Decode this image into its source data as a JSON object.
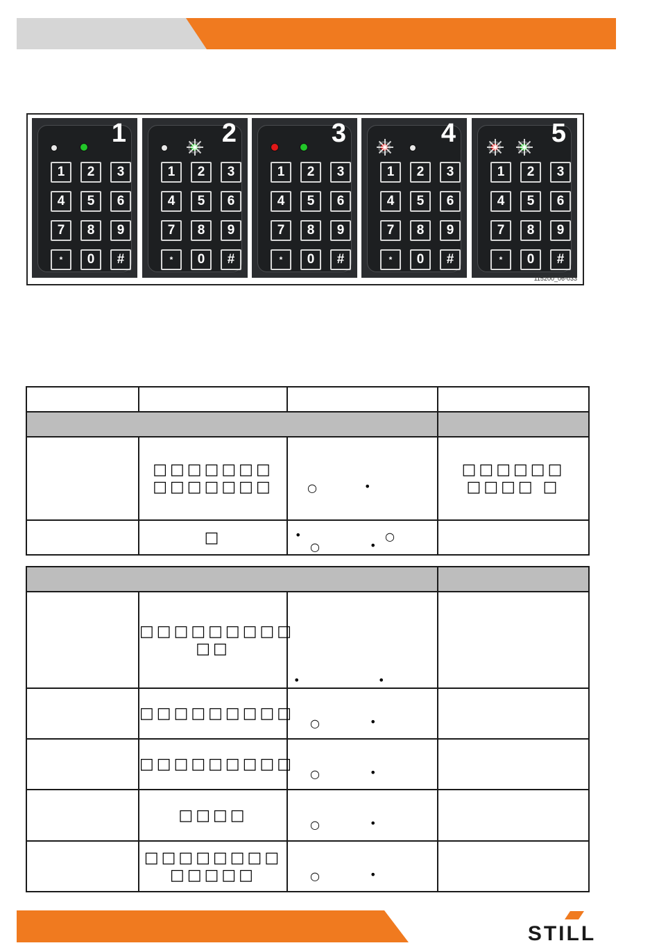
{
  "figure": {
    "code": "115200_06-033",
    "panels": [
      {
        "num": "1",
        "leds": [
          "white",
          "green"
        ]
      },
      {
        "num": "2",
        "leds": [
          "white",
          "green-blink"
        ]
      },
      {
        "num": "3",
        "leds": [
          "red",
          "green"
        ]
      },
      {
        "num": "4",
        "leds": [
          "red-blink",
          "off"
        ]
      },
      {
        "num": "5",
        "leds": [
          "red-blink",
          "green-blink"
        ]
      }
    ],
    "keys": [
      "1",
      "2",
      "3",
      "4",
      "5",
      "6",
      "7",
      "8",
      "9",
      "*",
      "0",
      "#"
    ]
  },
  "table1": {
    "rows": [
      {
        "c2": "□□□□□□□ □□□□□□□",
        "c4": "□□□□□□ □□□□ □"
      },
      {
        "c2": "□",
        "c4": ""
      }
    ]
  },
  "table2": {
    "rows": [
      {
        "c2": "□□□□□□□□□ □□"
      },
      {
        "c2": "□□□□□□□□□"
      },
      {
        "c2": "□□□□□□□□□"
      },
      {
        "c2": "□□□□"
      },
      {
        "c2": "□□□□□□□□ □□□□□"
      }
    ]
  },
  "symbols": {
    "open": "○",
    "filled": "•"
  },
  "logo": "STILL",
  "colors": {
    "orange": "#f07a1f",
    "grey": "#d6d6d6",
    "shade": "#bdbdbd"
  }
}
